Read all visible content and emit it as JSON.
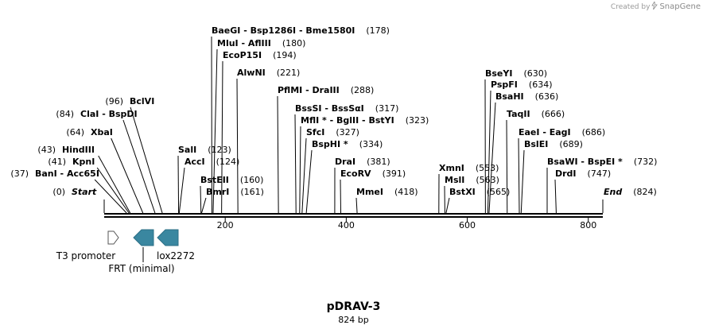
{
  "credit": {
    "prefix": "Created by",
    "brand": "SnapGene"
  },
  "plasmid": {
    "name": "pDRAV-3",
    "size_label": "824 bp",
    "length": 824
  },
  "colors": {
    "backbone": "#000000",
    "feature_fill": "#3a87a0",
    "promoter_stroke": "#555555",
    "line": "#000000"
  },
  "ticks": [
    {
      "pos": 200,
      "label": "200"
    },
    {
      "pos": 400,
      "label": "400"
    },
    {
      "pos": 600,
      "label": "600"
    },
    {
      "pos": 800,
      "label": "800"
    }
  ],
  "sites": [
    {
      "pos": 0,
      "names": [
        "Start"
      ],
      "label": "(0)",
      "italic": true,
      "num_left": true
    },
    {
      "pos": 37,
      "names": [
        "BanI",
        "Acc65I"
      ],
      "label": "(37)",
      "num_left": true
    },
    {
      "pos": 41,
      "names": [
        "KpnI"
      ],
      "label": "(41)",
      "num_left": true
    },
    {
      "pos": 43,
      "names": [
        "HindIII"
      ],
      "label": "(43)",
      "num_left": true
    },
    {
      "pos": 64,
      "names": [
        "XbaI"
      ],
      "label": "(64)",
      "num_left": true
    },
    {
      "pos": 84,
      "names": [
        "ClaI",
        "BspDI"
      ],
      "label": "(84)",
      "num_left": true
    },
    {
      "pos": 96,
      "names": [
        "BclVI"
      ],
      "label": "(96)",
      "num_left": true
    },
    {
      "pos": 123,
      "names": [
        "SalI"
      ],
      "label": "(123)"
    },
    {
      "pos": 124,
      "names": [
        "AccI"
      ],
      "label": "(124)"
    },
    {
      "pos": 160,
      "names": [
        "BstEII"
      ],
      "label": "(160)"
    },
    {
      "pos": 161,
      "names": [
        "BmrI"
      ],
      "label": "(161)"
    },
    {
      "pos": 178,
      "names": [
        "BaeGI",
        "Bsp1286I",
        "Bme1580I"
      ],
      "label": "(178)"
    },
    {
      "pos": 180,
      "names": [
        "MluI",
        "AflIII"
      ],
      "label": "(180)"
    },
    {
      "pos": 194,
      "names": [
        "EcoP15I"
      ],
      "label": "(194)"
    },
    {
      "pos": 221,
      "names": [
        "AlwNI"
      ],
      "label": "(221)"
    },
    {
      "pos": 288,
      "names": [
        "PflMI",
        "DraIII"
      ],
      "label": "(288)"
    },
    {
      "pos": 317,
      "names": [
        "BssSI",
        "BssSαI"
      ],
      "label": "(317)"
    },
    {
      "pos": 323,
      "names": [
        "MflI *",
        "BglII",
        "BstYI"
      ],
      "label": "(323)"
    },
    {
      "pos": 327,
      "names": [
        "SfcI"
      ],
      "label": "(327)"
    },
    {
      "pos": 334,
      "names": [
        "BspHI *"
      ],
      "label": "(334)"
    },
    {
      "pos": 381,
      "names": [
        "DraI"
      ],
      "label": "(381)"
    },
    {
      "pos": 391,
      "names": [
        "EcoRV"
      ],
      "label": "(391)"
    },
    {
      "pos": 418,
      "names": [
        "MmeI"
      ],
      "label": "(418)"
    },
    {
      "pos": 553,
      "names": [
        "XmnI"
      ],
      "label": "(553)"
    },
    {
      "pos": 563,
      "names": [
        "MslI"
      ],
      "label": "(563)"
    },
    {
      "pos": 565,
      "names": [
        "BstXI"
      ],
      "label": "(565)"
    },
    {
      "pos": 630,
      "names": [
        "BseYI"
      ],
      "label": "(630)"
    },
    {
      "pos": 634,
      "names": [
        "PspFI"
      ],
      "label": "(634)"
    },
    {
      "pos": 636,
      "names": [
        "BsaHI"
      ],
      "label": "(636)"
    },
    {
      "pos": 666,
      "names": [
        "TaqII"
      ],
      "label": "(666)"
    },
    {
      "pos": 686,
      "names": [
        "EaeI",
        "EagI"
      ],
      "label": "(686)"
    },
    {
      "pos": 689,
      "names": [
        "BslEI"
      ],
      "label": "(689)"
    },
    {
      "pos": 732,
      "names": [
        "BsaWI",
        "BspEI *"
      ],
      "label": "(732)"
    },
    {
      "pos": 747,
      "names": [
        "DrdI"
      ],
      "label": "(747)"
    },
    {
      "pos": 824,
      "names": [
        "End"
      ],
      "label": "(824)",
      "italic": true
    }
  ],
  "features": [
    {
      "name": "T3 promoter",
      "type": "promoter",
      "direction": "forward"
    },
    {
      "name": "FRT (minimal)",
      "type": "misc",
      "direction": "reverse"
    },
    {
      "name": "lox2272",
      "type": "misc",
      "direction": "reverse"
    }
  ]
}
